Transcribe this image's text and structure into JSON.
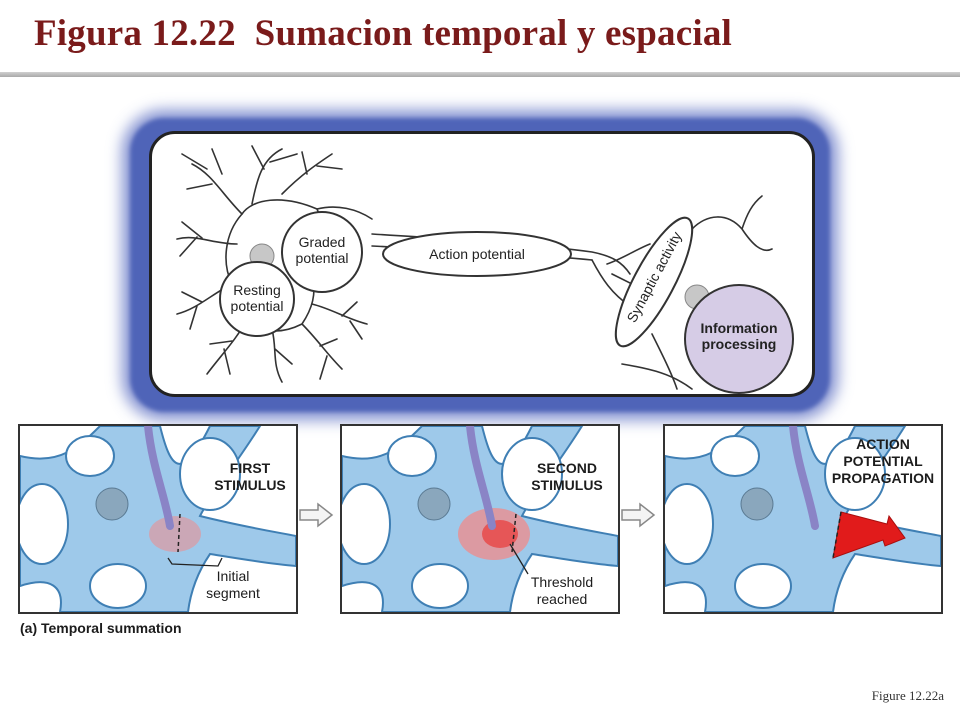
{
  "slide": {
    "title": "Figura 12.22  Sumacion temporal y espacial",
    "figure_ref": "Figure 12.22a"
  },
  "overview": {
    "graded": "Graded potential",
    "resting": "Resting potential",
    "action": "Action potential",
    "synaptic": "Synaptic activity",
    "info": "Information processing"
  },
  "panels": [
    {
      "stimulus": "FIRST STIMULUS",
      "note": "Initial segment"
    },
    {
      "stimulus": "SECOND STIMULUS",
      "note": "Threshold reached"
    },
    {
      "stimulus": "ACTION POTENTIAL PROPAGATION",
      "note": ""
    }
  ],
  "caption": "(a) Temporal summation",
  "colors": {
    "title": "#7a1b1b",
    "neuron_fill": "#9ec9ea",
    "neuron_stroke": "#3f7fb4",
    "nucleus": "#8aa7bd",
    "axon_terminal": "#8a84c6",
    "stimulus_glow": "#f08a8a",
    "action_potential": "#e11b1b",
    "info_fill": "#d6cce6"
  }
}
